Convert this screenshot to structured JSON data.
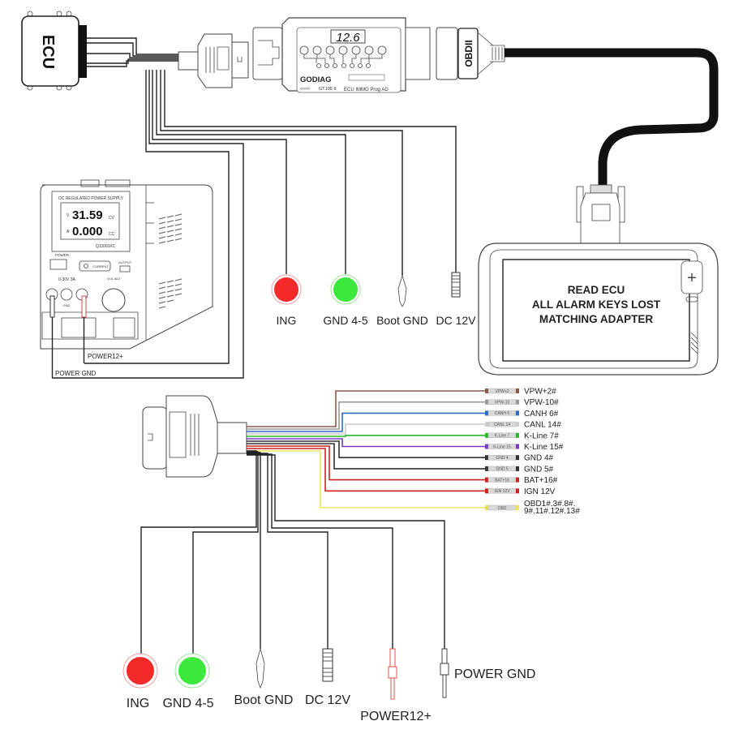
{
  "diagram": {
    "title": "GODIAG GT105 ECU IMMO Prog AD wiring diagram",
    "ecu": {
      "label": "ECU"
    },
    "adapter": {
      "brand": "GODIAG",
      "model": "GT105 II",
      "product": "ECU IMMO Prog AD",
      "display_value": "12.6",
      "obd_label": "OBDII"
    },
    "power_supply": {
      "header": "DC REGULATED POWER SUPPLY",
      "voltage_unit": "V",
      "voltage_value": "31.59",
      "voltage_mode": "CV",
      "current_unit": "A",
      "current_value": "0.000",
      "current_mode": "CC",
      "model": "QJ3003XC",
      "power_label": "POWER",
      "current_button": "CURRENT",
      "output_label": "OUTPUT",
      "range_label": "0-30V  3A",
      "gnd_label": "GND",
      "vol_label": "VOL ADJ",
      "power_plus_label": "POWER12+",
      "power_gnd_label": "POWER GND"
    },
    "tablet": {
      "screen_lines": [
        "READ ECU",
        "ALL ALARM KEYS LOST",
        "MATCHING ADAPTER"
      ]
    },
    "top_connectors": [
      {
        "label": "ING",
        "type": "red-clip",
        "color": "#f42a2a"
      },
      {
        "label": "GND 4-5",
        "type": "green-clip",
        "color": "#3de83d"
      },
      {
        "label": "Boot GND",
        "type": "alligator-clip"
      },
      {
        "label": "DC 12V",
        "type": "dc-jack"
      }
    ],
    "pinout_wires": [
      {
        "tag": "VPW+2",
        "label": "VPW+2#",
        "color": "#8b5a4a"
      },
      {
        "tag": "VPW-10",
        "label": "VPW-10#",
        "color": "#999999"
      },
      {
        "tag": "CANH 6",
        "label": "CANH 6#",
        "color": "#2b6cc4"
      },
      {
        "tag": "CANL 14",
        "label": "CANL 14#",
        "color": "#cccccc"
      },
      {
        "tag": "K-Line 7",
        "label": "K-Line 7#",
        "color": "#2cb82c"
      },
      {
        "tag": "K-Line 15",
        "label": "K-Line 15#",
        "color": "#7b3cc4"
      },
      {
        "tag": "GND 4",
        "label": "GND 4#",
        "color": "#333333"
      },
      {
        "tag": "GND 5",
        "label": "GND 5#",
        "color": "#333333"
      },
      {
        "tag": "BAT+16",
        "label": "BAT+16#",
        "color": "#cc2222"
      },
      {
        "tag": "IGN 12V",
        "label": "IGN 12V",
        "color": "#cc2222"
      },
      {
        "tag": "OBD",
        "label_lines": [
          "OBD1#.3#.8#.",
          "9#.11#.12#.13#"
        ],
        "color": "#f0e060"
      }
    ],
    "bottom_connectors": [
      {
        "label": "ING",
        "type": "red-clip",
        "color": "#f42a2a"
      },
      {
        "label": "GND 4-5",
        "type": "green-clip",
        "color": "#3de83d"
      },
      {
        "label": "Boot GND",
        "type": "alligator-clip"
      },
      {
        "label": "DC 12V",
        "type": "dc-jack"
      },
      {
        "label": "POWER12+",
        "type": "banana-plug-red",
        "color": "#e04040"
      },
      {
        "label": "POWER GND",
        "type": "banana-plug-black"
      }
    ]
  }
}
